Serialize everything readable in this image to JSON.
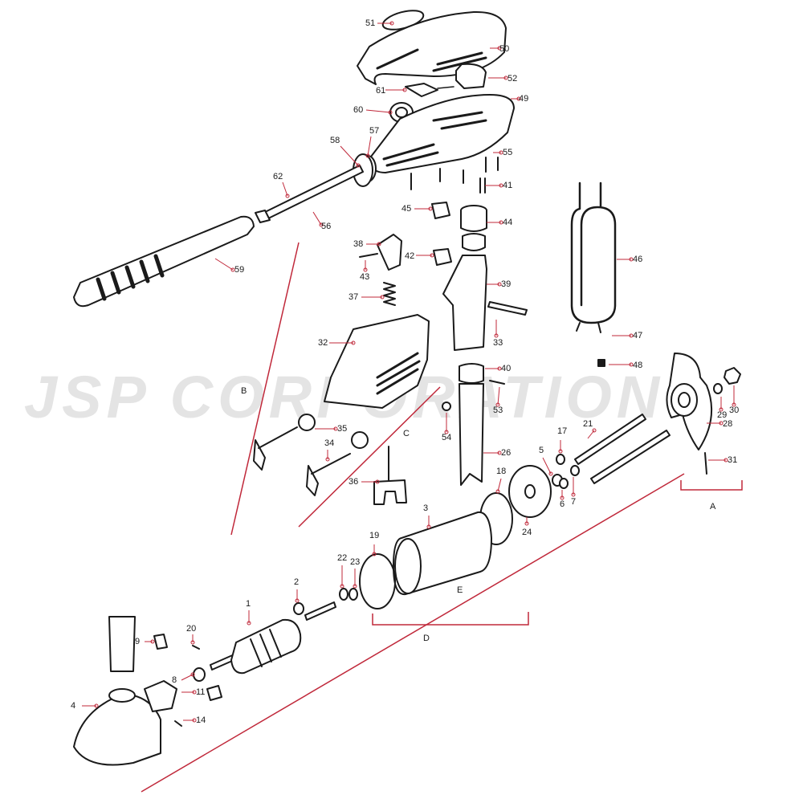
{
  "watermark": "JSP CORPORATION",
  "colors": {
    "line": "#1a1a1a",
    "leader": "#c0283a",
    "fill": "#ffffff",
    "shade": "#3a3a3a",
    "watermark": "#e4e4e4"
  },
  "callouts": [
    "1",
    "2",
    "3",
    "4",
    "5",
    "6",
    "7",
    "8",
    "9",
    "11",
    "14",
    "17",
    "18",
    "19",
    "20",
    "21",
    "22",
    "23",
    "24",
    "26",
    "28",
    "29",
    "30",
    "31",
    "32",
    "33",
    "34",
    "35",
    "36",
    "37",
    "38",
    "39",
    "40",
    "41",
    "42",
    "43",
    "44",
    "45",
    "46",
    "47",
    "48",
    "49",
    "50",
    "51",
    "52",
    "53",
    "54",
    "55",
    "56",
    "57",
    "58",
    "59",
    "60",
    "61",
    "62"
  ],
  "groups": [
    "A",
    "B",
    "C",
    "D",
    "E"
  ]
}
